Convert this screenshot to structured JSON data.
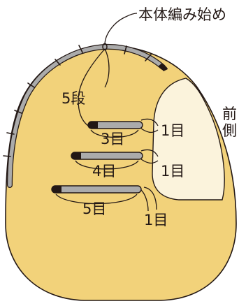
{
  "diagram": {
    "start_label": "本体編み始め",
    "rows_label": "5段",
    "slots": [
      {
        "label": "3目",
        "side_label": "1目"
      },
      {
        "label": "4目",
        "side_label": "1目"
      },
      {
        "label": "5目",
        "side_label": "1目"
      }
    ],
    "front_side_label": [
      "前",
      "側"
    ]
  },
  "colors": {
    "body": "#F2D27A",
    "front_panel": "#FBF3DC",
    "outline": "#231815",
    "gray_band": "#ABABAB"
  }
}
